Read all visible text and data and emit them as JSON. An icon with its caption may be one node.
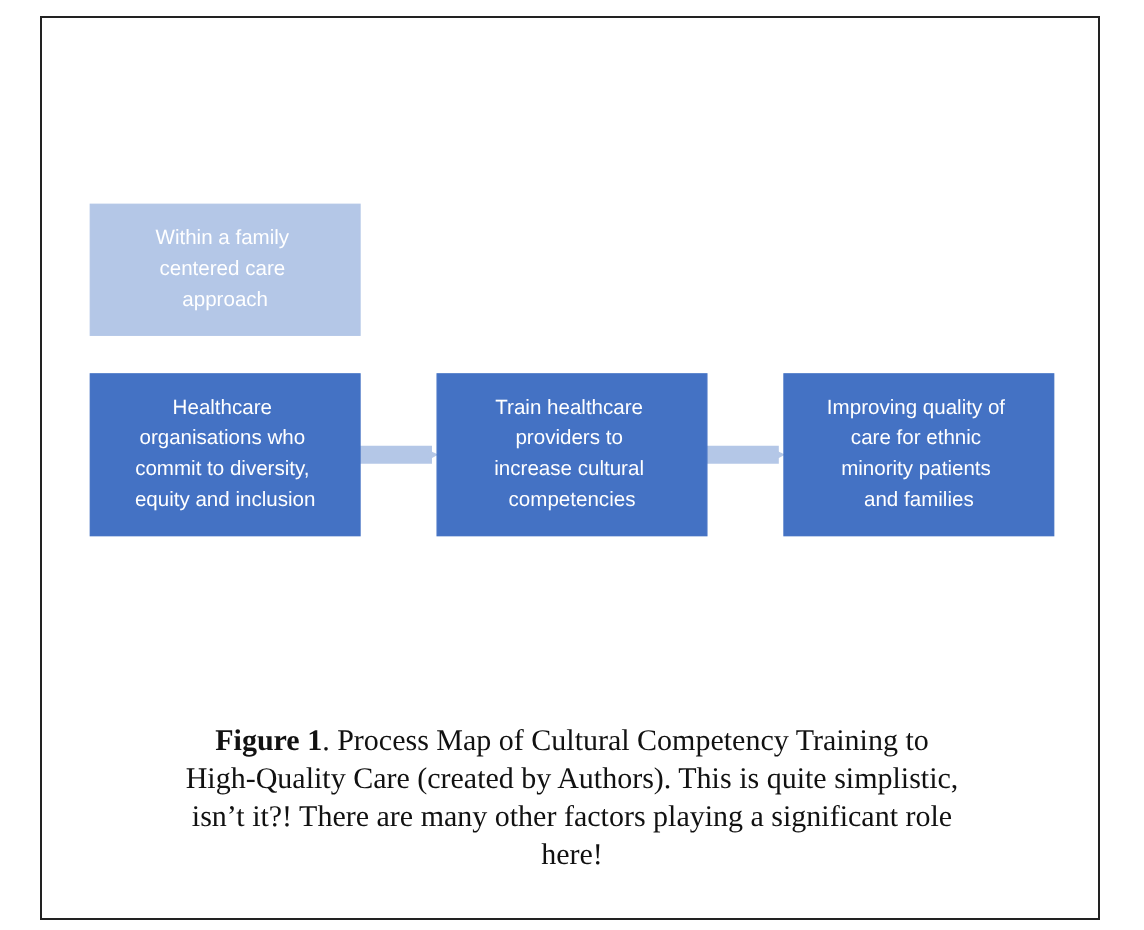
{
  "diagram": {
    "caption": "**Figure 1**. Process Map of Cultural Competency Training to High-Quality Care (created by Authors). This is quite simplistic, isn’t it?! There are many other factors playing a significant role here!",
    "nodes": [
      {
        "text": [
          "Within a family centered care approach"
        ]
      },
      {
        "text": [
          "Healthcare organisations who commit to diversity, equity and inclusion"
        ]
      },
      {
        "text": [
          "Train healthcare providers to increase cultural competencies"
        ]
      },
      {
        "text": [
          "Improving quality of care for ethnic minority patients and families"
        ]
      }
    ],
    "edges": [
      {
        "from": 1,
        "to": 2,
        "arrow": "to"
      },
      {
        "from": 2,
        "to": 3,
        "arrow": "to"
      }
    ]
  }
}
